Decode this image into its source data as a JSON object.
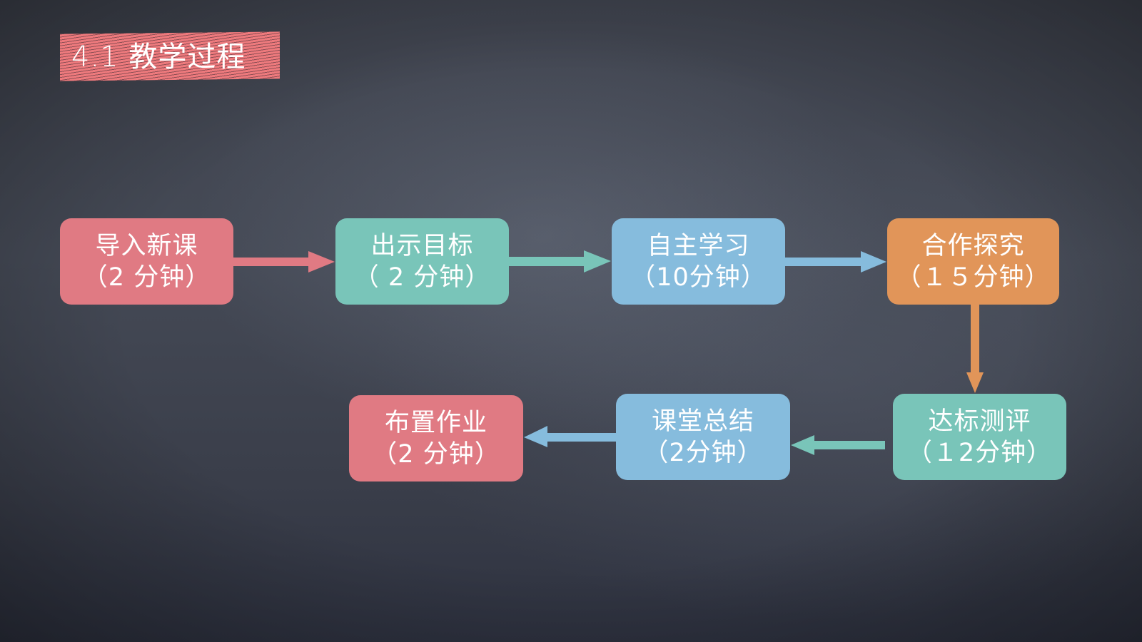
{
  "title": "4.1 教学过程",
  "colors": {
    "background": "#40444f",
    "title_band": "#ee7a7d",
    "red": "#e07a83",
    "teal": "#79c5b9",
    "blue": "#86bcdd",
    "orange": "#e19559",
    "text": "#ffffff"
  },
  "steps": [
    {
      "label": "导入新课",
      "duration": "（2 分钟）",
      "color": "red"
    },
    {
      "label": "出示目标",
      "duration": "（ 2 分钟）",
      "color": "teal"
    },
    {
      "label": "自主学习",
      "duration": "（10分钟）",
      "color": "blue"
    },
    {
      "label": "合作探究",
      "duration": "（１５分钟）",
      "color": "orange"
    },
    {
      "label": "达标测评",
      "duration": "（１2分钟）",
      "color": "teal"
    },
    {
      "label": "课堂总结",
      "duration": "（2分钟）",
      "color": "blue"
    },
    {
      "label": "布置作业",
      "duration": "（2 分钟）",
      "color": "red"
    }
  ],
  "flow": [
    {
      "from": 0,
      "to": 1,
      "direction": "right",
      "color": "red"
    },
    {
      "from": 1,
      "to": 2,
      "direction": "right",
      "color": "teal"
    },
    {
      "from": 2,
      "to": 3,
      "direction": "right",
      "color": "blue"
    },
    {
      "from": 3,
      "to": 4,
      "direction": "down",
      "color": "orange"
    },
    {
      "from": 4,
      "to": 5,
      "direction": "left",
      "color": "teal"
    },
    {
      "from": 5,
      "to": 6,
      "direction": "left",
      "color": "blue"
    }
  ]
}
